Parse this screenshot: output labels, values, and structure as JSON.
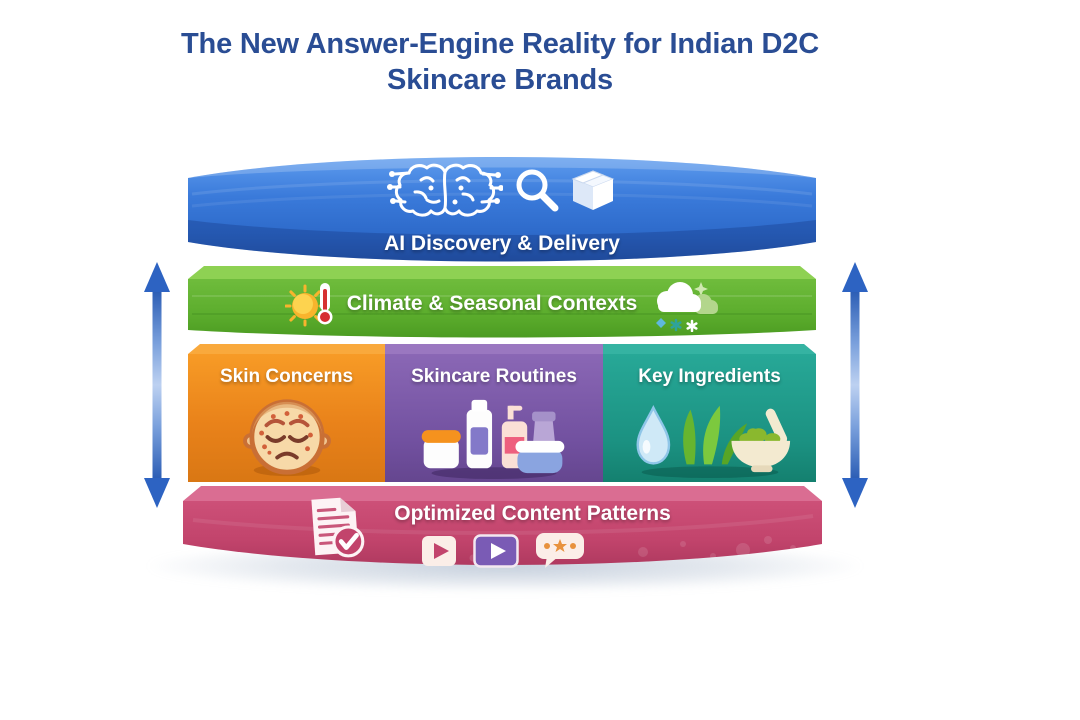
{
  "title": {
    "line1": "The New Answer-Engine Reality for Indian D2C",
    "line2": "Skincare Brands",
    "color": "#2a4d94"
  },
  "stack": {
    "ai_layer": {
      "label": "AI Discovery & Delivery",
      "color": "#2f6fd0",
      "icons": [
        "brain-circuit-icon",
        "magnifier-icon",
        "package-box-icon"
      ]
    },
    "climate_layer": {
      "label": "Climate & Seasonal Contexts",
      "color": "#5aab2e",
      "icons": [
        "sun-thermometer-icon",
        "snow-cloud-icon"
      ]
    },
    "category_layer": {
      "sections": [
        {
          "label": "Skin Concerns",
          "color": "#ef8c1f",
          "icon": "acne-face-icon"
        },
        {
          "label": "Skincare Routines",
          "color": "#7a57a8",
          "icon": "skincare-products-icon"
        },
        {
          "label": "Key Ingredients",
          "color": "#1f9e8e",
          "icon": "natural-ingredients-icon"
        }
      ]
    },
    "content_layer": {
      "label": "Optimized Content Patterns",
      "color": "#c2446c",
      "icons": [
        "document-check-icon",
        "play-button-icon",
        "video-play-icon",
        "review-bubble-icon"
      ]
    }
  },
  "arrows": {
    "left": "double-headed-vertical",
    "right": "double-headed-vertical",
    "color": "#2f63c1"
  }
}
